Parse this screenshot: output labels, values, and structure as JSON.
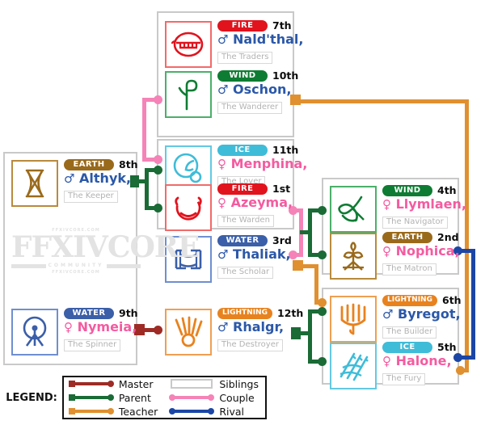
{
  "elements": {
    "FIRE": {
      "label": "FIRE",
      "color": "#e1131d",
      "border": "#f26a6a"
    },
    "WIND": {
      "label": "WIND",
      "color": "#0f7c33",
      "border": "#4caf6a"
    },
    "ICE": {
      "label": "ICE",
      "color": "#3fbcd8",
      "border": "#63c9e2"
    },
    "EARTH": {
      "label": "EARTH",
      "color": "#9a6a1b",
      "border": "#b98a3d"
    },
    "WATER": {
      "label": "WATER",
      "color": "#3b5fa8",
      "border": "#6f8fd0"
    },
    "LIGHTNING": {
      "label": "LIGHTNING",
      "color": "#e8821e",
      "border": "#ef9f52"
    }
  },
  "deities": [
    {
      "id": "naldthal",
      "element": "FIRE",
      "num": "7th",
      "gender": "male",
      "symbol": "♂",
      "name": "Nald'thal,",
      "title": "The Traders",
      "icon": "naldthal-glyph"
    },
    {
      "id": "oschon",
      "element": "WIND",
      "num": "10th",
      "gender": "male",
      "symbol": "♂",
      "name": "Oschon,",
      "title": "The Wanderer",
      "icon": "oschon-glyph"
    },
    {
      "id": "menphina",
      "element": "ICE",
      "num": "11th",
      "gender": "female",
      "symbol": "♀",
      "name": "Menphina,",
      "title": "The Lover",
      "icon": "menphina-glyph"
    },
    {
      "id": "azeyma",
      "element": "FIRE",
      "num": "1st",
      "gender": "female",
      "symbol": "♀",
      "name": "Azeyma,",
      "title": "The Warden",
      "icon": "azeyma-glyph"
    },
    {
      "id": "althyk",
      "element": "EARTH",
      "num": "8th",
      "gender": "male",
      "symbol": "♂",
      "name": "Althyk,",
      "title": "The Keeper",
      "icon": "althyk-glyph"
    },
    {
      "id": "nymeia",
      "element": "WATER",
      "num": "9th",
      "gender": "female",
      "symbol": "♀",
      "name": "Nymeia,",
      "title": "The Spinner",
      "icon": "nymeia-glyph"
    },
    {
      "id": "thaliak",
      "element": "WATER",
      "num": "3rd",
      "gender": "male",
      "symbol": "♂",
      "name": "Thaliak,",
      "title": "The Scholar",
      "icon": "thaliak-glyph"
    },
    {
      "id": "rhalgr",
      "element": "LIGHTNING",
      "num": "12th",
      "gender": "male",
      "symbol": "♂",
      "name": "Rhalgr,",
      "title": "The Destroyer",
      "icon": "rhalgr-glyph"
    },
    {
      "id": "llymlaen",
      "element": "WIND",
      "num": "4th",
      "gender": "female",
      "symbol": "♀",
      "name": "Llymlaen,",
      "title": "The Navigator",
      "icon": "llymlaen-glyph"
    },
    {
      "id": "nophica",
      "element": "EARTH",
      "num": "2nd",
      "gender": "female",
      "symbol": "♀",
      "name": "Nophica,",
      "title": "The Matron",
      "icon": "nophica-glyph"
    },
    {
      "id": "byregot",
      "element": "LIGHTNING",
      "num": "6th",
      "gender": "male",
      "symbol": "♂",
      "name": "Byregot,",
      "title": "The Builder",
      "icon": "byregot-glyph"
    },
    {
      "id": "halone",
      "element": "ICE",
      "num": "5th",
      "gender": "female",
      "symbol": "♀",
      "name": "Halone,",
      "title": "The Fury",
      "icon": "halone-glyph"
    }
  ],
  "watermark": {
    "top": "FFXIVCORE.COM",
    "main": "FFXIVCORE",
    "sub": "COMMUNITY",
    "bottom": "FFXIVCORE.COM"
  },
  "legend": {
    "label": "LEGEND:",
    "left": [
      {
        "name": "Master",
        "color": "#9e2b25",
        "style": "line"
      },
      {
        "name": "Parent",
        "color": "#1a6b36",
        "style": "line"
      },
      {
        "name": "Teacher",
        "color": "#e0902f",
        "style": "line"
      }
    ],
    "right": [
      {
        "name": "Siblings",
        "color": "#c9c9c9",
        "style": "box"
      },
      {
        "name": "Couple",
        "color": "#f583b8",
        "style": "line"
      },
      {
        "name": "Rival",
        "color": "#1b46a5",
        "style": "line"
      }
    ]
  },
  "relationships": {
    "couple_color": "#f583b8",
    "parent_color": "#1a6b36",
    "teacher_color": "#e0902f",
    "master_color": "#9e2b25",
    "rival_color": "#1b46a5",
    "sibling_color": "#c9c9c9"
  }
}
